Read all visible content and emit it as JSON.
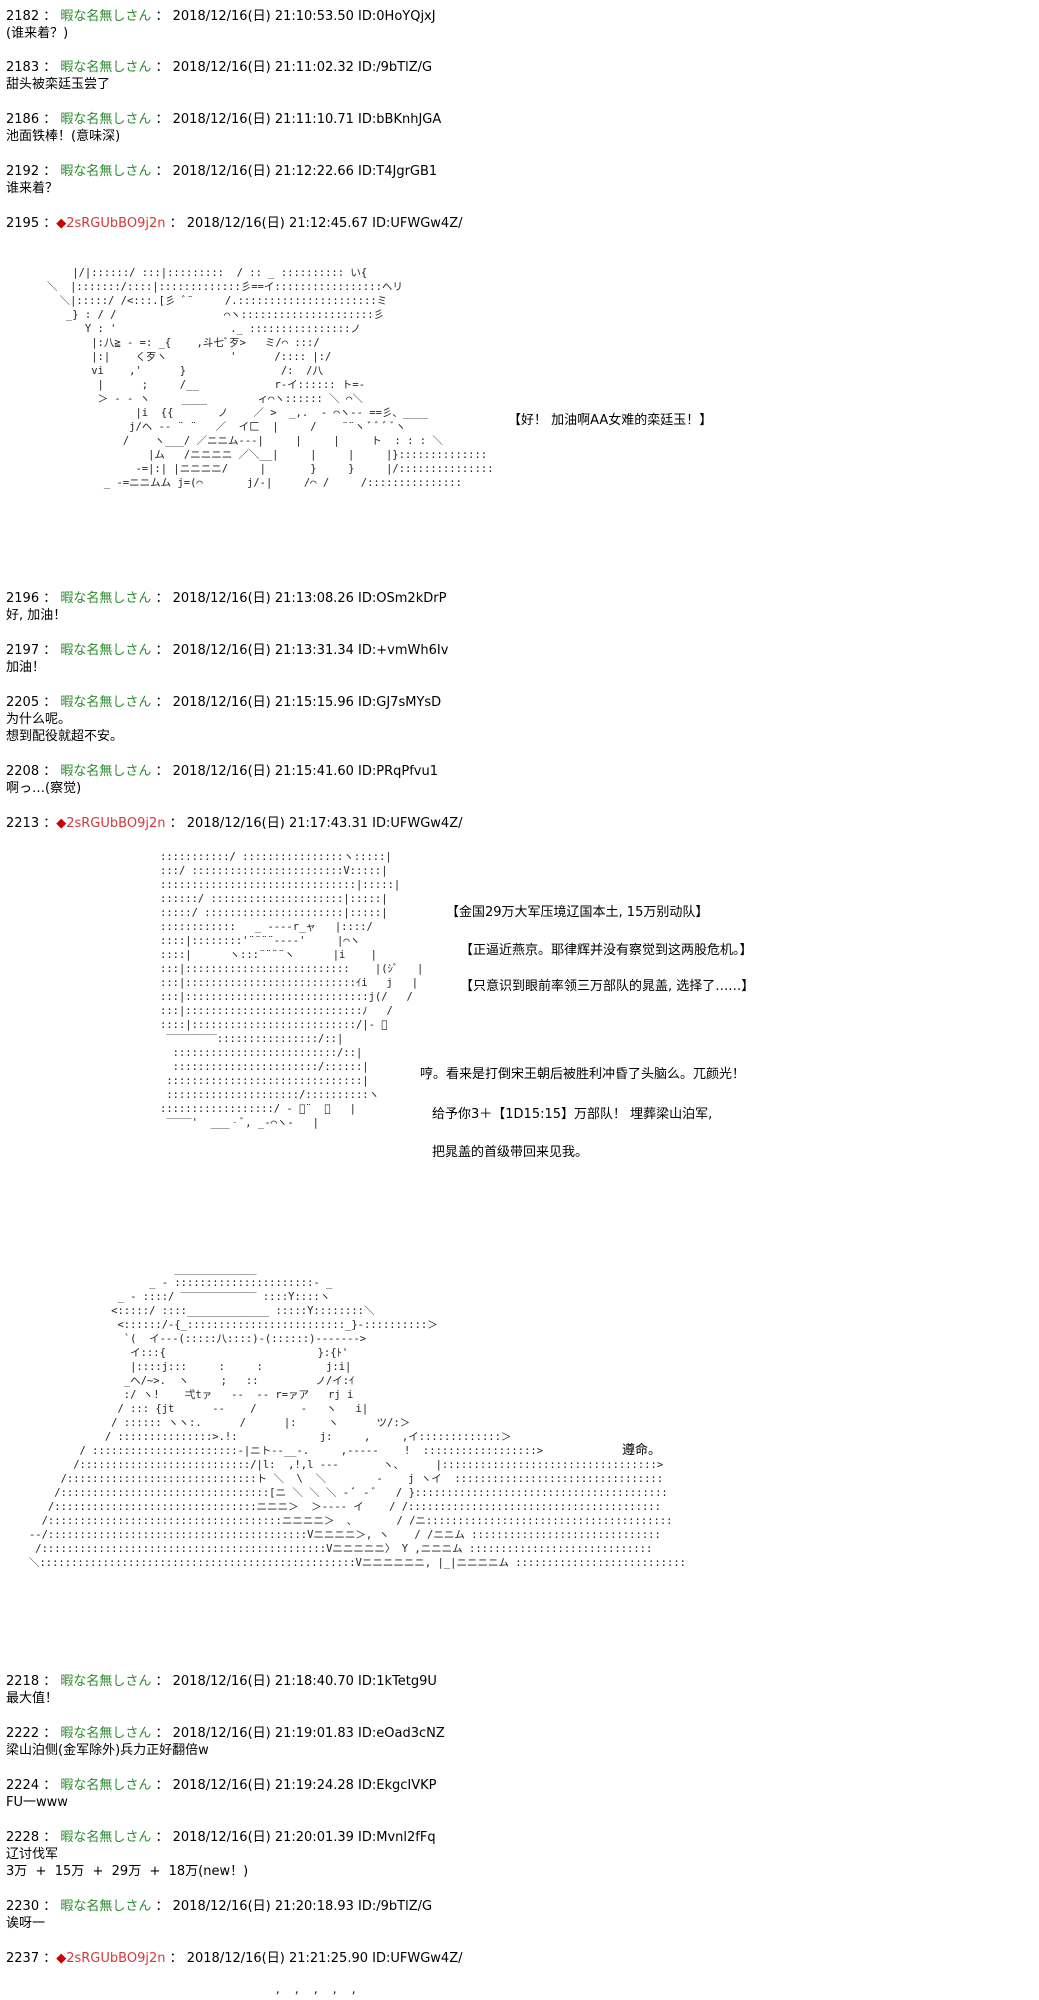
{
  "posts": [
    {
      "num": "2182",
      "name": "暇な名無しさん",
      "date": "2018/12/16(日) 21:10:53.50",
      "id": "ID:0HoYQjxJ",
      "lines": [
        "(谁来着？)"
      ]
    },
    {
      "num": "2183",
      "name": "暇な名無しさん",
      "date": "2018/12/16(日) 21:11:02.32",
      "id": "ID:/9bTlZ/G",
      "lines": [
        "甜头被栾廷玉尝了"
      ]
    },
    {
      "num": "2186",
      "name": "暇な名無しさん",
      "date": "2018/12/16(日) 21:11:10.71",
      "id": "ID:bBKnhJGA",
      "lines": [
        "池面铁棒！(意味深)"
      ]
    },
    {
      "num": "2192",
      "name": "暇な名無しさん",
      "date": "2018/12/16(日) 21:12:22.66",
      "id": "ID:T4JgrGB1",
      "lines": [
        "谁来着？"
      ]
    },
    {
      "num": "2195",
      "trip": "2sRGUbBO9j2n",
      "date": "2018/12/16(日) 21:12:45.67",
      "id": "ID:UFWGw4Z/",
      "lines": []
    },
    {
      "num": "2196",
      "name": "暇な名無しさん",
      "date": "2018/12/16(日) 21:13:08.26",
      "id": "ID:OSm2kDrP",
      "lines": [
        "好, 加油！"
      ]
    },
    {
      "num": "2197",
      "name": "暇な名無しさん",
      "date": "2018/12/16(日) 21:13:31.34",
      "id": "ID:+vmWh6Iv",
      "lines": [
        "加油！"
      ]
    },
    {
      "num": "2205",
      "name": "暇な名無しさん",
      "date": "2018/12/16(日) 21:15:15.96",
      "id": "ID:GJ7sMYsD",
      "lines": [
        "为什么呢。",
        "想到配役就超不安。"
      ]
    },
    {
      "num": "2208",
      "name": "暇な名無しさん",
      "date": "2018/12/16(日) 21:15:41.60",
      "id": "ID:PRqPfvu1",
      "lines": [
        "啊っ…(察觉)"
      ]
    },
    {
      "num": "2213",
      "trip": "2sRGUbBO9j2n",
      "date": "2018/12/16(日) 21:17:43.31",
      "id": "ID:UFWGw4Z/",
      "lines": []
    },
    {
      "num": "2218",
      "name": "暇な名無しさん",
      "date": "2018/12/16(日) 21:18:40.70",
      "id": "ID:1kTetg9U",
      "lines": [
        "最大值！"
      ]
    },
    {
      "num": "2222",
      "name": "暇な名無しさん",
      "date": "2018/12/16(日) 21:19:01.83",
      "id": "ID:eOad3cNZ",
      "lines": [
        "梁山泊侧(金军除外)兵力正好翻倍w"
      ]
    },
    {
      "num": "2224",
      "name": "暇な名無しさん",
      "date": "2018/12/16(日) 21:19:24.28",
      "id": "ID:EkgcIVKP",
      "lines": [
        "FU一www"
      ]
    },
    {
      "num": "2228",
      "name": "暇な名無しさん",
      "date": "2018/12/16(日) 21:20:01.39",
      "id": "ID:Mvnl2fFq",
      "lines": [
        "辽讨伐军",
        "3万  +  15万  +  29万  +  18万(new！)"
      ]
    },
    {
      "num": "2230",
      "name": "暇な名無しさん",
      "date": "2018/12/16(日) 21:20:18.93",
      "id": "ID:/9bTlZ/G",
      "lines": [
        "诶呀一"
      ]
    },
    {
      "num": "2237",
      "trip": "2sRGUbBO9j2n",
      "date": "2018/12/16(日) 21:21:25.90",
      "id": "ID:UFWGw4Z/",
      "lines": []
    }
  ],
  "captions": {
    "c1": "【好！  加油啊AA女难的栾廷玉！】",
    "c2": "【金国29万大军压境辽国本土, 15万别动队】",
    "c3": "【正逼近燕京。耶律辉并没有察觉到这两股危机。】",
    "c4": "【只意识到眼前率领三万部队的晁盖, 选择了……】",
    "c5": "哼。看来是打倒宋王朝后被胜利冲昏了头脑么。兀颜光！",
    "c6": "给予你3＋【1D15:15】万部队！  埋葬梁山泊军,",
    "c7": "把晁盖的首级带回来见我。",
    "c8": "遵命。"
  },
  "ascii": {
    "art1": "       |/|::::::/ :::|:::::::::  / :: _ :::::::::: い{\n   ＼  |:::::::/::::|:::::::::::::彡==イ:::::::::::::::::ヘリ\n     ＼|:::::/ /<:::.[彡 ﾞ¨     /.::::::::::::::::::::::ミ\n      _} : / /                 ⌒ヽ:::::::::::::::::::::彡\n         Y : '                  ._ ::::::::::::::::ノ\n          |:八≧ ‐ =: _{    ,斗七ﾞ歹>   ミ/⌒ :::/\n          |:|    く歹ヽ          '      /:::: |:/\n          vi    ,'      }               /:  /八\n           |      ;     /__            r‐イ:::::: ト=‐\n           ＞ ‐ ‐ ヽ     ____        ィ⌒ヽ:::::: ＼ ⌒＼\n                 |i  {{       ノ    ／ >  _,.  ‐ ⌒ヽ‐‐ ==彡、____\n                j/ヘ ‐‐ ¨ ¨   ／  イ匚  |     /    ¨¨ヽ ﾞ ﾞ ﾞ ﾞヽ\n               /    ヽ___/ ／ニニム‐‐‐|     |     |     ト  : : : ＼\n                   |ム   /ニニニニ ／＼__|     |     |     |}::::::::::::::\n                 ‐=|:| |ニニニニ/     |       }     }     |/:::::::::::::::\n            _ ‐=ニニムム j=(⌒       j/‐|     /⌒ /     /:::::::::::::::",
    "art2": ":::::::::::/ ::::::::::::::::ヽ:::::|\n:::/ ::::::::::::::::::::::::V:::::|\n:::::::::::::::::::::::::::::::|:::::|\n::::::/ :::::::::::::::::::::|:::::|\n:::::/ ::::::::::::::::::::::|:::::|\n::::::::::::   _ ‐‐‐‐r_ャ   |::::/\n::::|::::::::'¨¨¨¨‐‐‐‐'     |⌒ヽ\n::::|      ヽ:::¨¨¨¨ヽ      |i    |\n:::|::::::::::::::::::::::::::    |(ｼﾞ   |\n:::|:::::::::::::::::::::::::::ｲi   j   |\n:::|:::::::::::::::::::::::::::::j(/   /\n:::|::::::::::::::::::::::::::::ﾉ   /\n::::|::::::::::::::::::::::::::/|‐ ﾞ\n ‾‾‾‾‾‾‾‾::::::::::::::::/::|\n  ::::::::::::::::::::::::::/::|\n  :::::::::::::::::::::::/::::::|\n :::::::::::::::::::::::::::::::|\n :::::::::::::::::::::/::::::::::ヽ\n::::::::::::::::::/ ‐ ﾞ¨  ／   |\n ‾‾‾‾'  ___‐ﾞ, _‐⌒ヽ‐   |",
    "art3": "                          _____________\n                      _ ‐ ::::::::::::::::::::::‐ _\n                 _ ‐ ::::/ ‾‾‾‾‾‾‾‾‾‾‾‾ ::::Y::::ヽ\n                <:::::/ ::::_____________ :::::Y::::::::＼\n                 <::::::/‐{_:::::::::::::::::::::::::_}‐::::::::::＞\n                  `(  イ‐‐‐(:::::八::::)‐(::::::)‐‐‐‐‐‐‐>\n                   イ:::{                        }:{ﾄ'\n                   |::::j:::     :     :          j:i|\n                  _ヘ/~>.  ヽ     ;   ::         ノ/イ:ｲ\n                  :/ ヽ!    弌tァ   ‐‐  ‐‐ r=ァア   rj i\n                 / ::: {jt      ‐‐    /       ‐   ヽ   i|\n                / :::::: ヽヽ:.      /      |:     ヽ      ツ/:＞\n               / :::::::::::::::>.!:             j:     ,     ,イ:::::::::::::＞ \n           / :::::::::::::::::::::::‐|ニト‐‐__‐.     ,‐‐‐‐‐    !  ::::::::::::::::::> \n          /:::::::::::::::::::::::::::/|l:  ,!,l ‐‐‐       ヽ、     |::::::::::::::::::::::::::::::::::> \n        /::::::::::::::::::::::::::::::ト ＼  \\  ＼        ‐    j ヽイ  :::::::::::::::::::::::::::::::::\n       /:::::::::::::::::::::::::::::::::[ニ ＼ ＼ ＼ ‐ ﾞ ‐ ﾞ   / }::::::::::::::::::::::::::::::::::::::::\n      /::::::::::::::::::::::::::::::::ニニニ＞  ＞‐‐‐‐ イ    / /::::::::::::::::::::::::::::::::::::::::\n     /:::::::::::::::::::::::::::::::::::::ニニニニ＞  ､       / /ニ:::::::::::::::::::::::::::::::::::::::\n   ‐‐/:::::::::::::::::::::::::::::::::::::::::Vニニニニ＞, ヽ    / /ニニム ::::::::::::::::::::::::::::::\n    /:::::::::::::::::::::::::::::::::::::::::::::Vニニニニニ〉 Y ,ニニニム :::::::::::::::::::::::::::::\n   ＼::::::::::::::::::::::::::::::::::::::::::::::::::Vニニニニニニ, |_|ニニニニム :::::::::::::::::::::::::::",
    "dots": "  ,  ,  ,  ,  ,"
  }
}
